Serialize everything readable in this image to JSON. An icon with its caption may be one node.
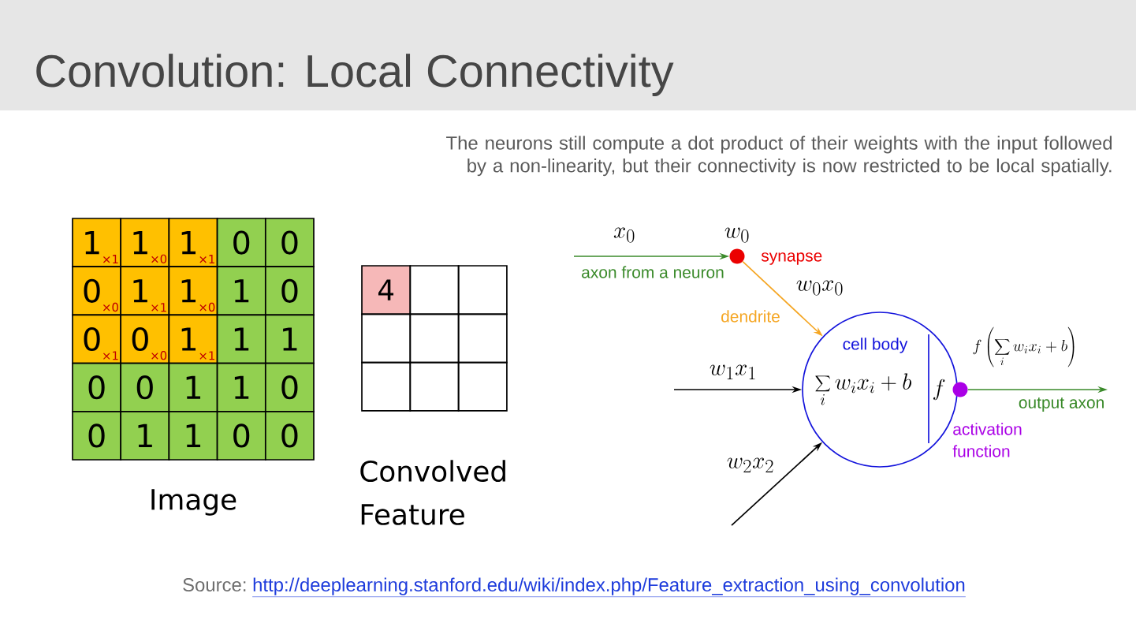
{
  "diagram": {
    "title": "Convolution: Local Connectivity",
    "nodes": [
      {
        "text": [],
        "shape": "circle",
        "beside": [
          "synapse"
        ]
      },
      {
        "text": [
          "cell body",
          "\\sum_i w_i x_i + b",
          "f"
        ]
      },
      {
        "text": [],
        "shape": "circle"
      }
    ],
    "edges": [
      {
        "from": null,
        "to": 0,
        "arrow": "to",
        "label": "axon from a neuron",
        "color": "#3a8a2a"
      },
      {
        "from": 0,
        "to": 1,
        "arrow": "to",
        "label": "dendrite",
        "color": "#f5a623"
      },
      {
        "from": null,
        "to": 1,
        "arrow": "to",
        "color": "#000000"
      },
      {
        "from": null,
        "to": 1,
        "arrow": "to",
        "color": "#000000"
      },
      {
        "from": 2,
        "to": null,
        "arrow": "to",
        "label": "output axon",
        "color": "#3a8a2a"
      }
    ],
    "labels": [
      "The neurons still compute a dot product of their weights with the input followed by a non-linearity, but their connectivity is now restricted to be local spatially.",
      "1",
      "×1",
      "1",
      "×0",
      "1",
      "×1",
      "0",
      "0",
      "0",
      "×0",
      "1",
      "×1",
      "1",
      "×0",
      "1",
      "0",
      "0",
      "×1",
      "0",
      "×0",
      "1",
      "×1",
      "1",
      "1",
      "0",
      "0",
      "1",
      "1",
      "0",
      "0",
      "1",
      "1",
      "0",
      "0",
      "Image",
      "4",
      "Convolved Feature",
      "x_0",
      "w_0",
      "w_0x_0",
      "w_1x_1",
      "w_2x_2",
      "f\\left(\\sum_i w_i x_i + b\\right)",
      "activation function",
      "Source:",
      "http://deeplearning.stanford.edu/wiki/index.php/Feature_extraction_using_convolution"
    ]
  }
}
